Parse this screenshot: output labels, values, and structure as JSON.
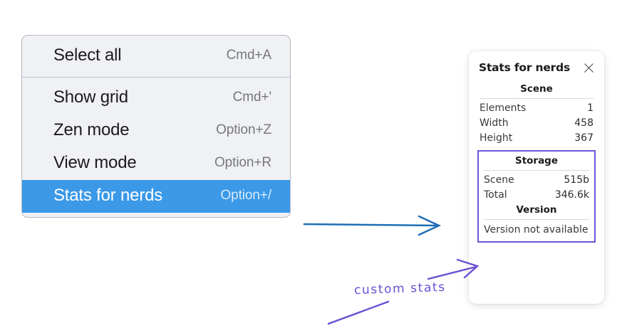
{
  "menu": {
    "name": "canvas-context-menu",
    "groups": [
      {
        "items": [
          {
            "label": "Select all",
            "accel": "Cmd+A",
            "selected": false
          }
        ]
      },
      {
        "items": [
          {
            "label": "Show grid",
            "accel": "Cmd+'",
            "selected": false
          },
          {
            "label": "Zen mode",
            "accel": "Option+Z",
            "selected": false
          },
          {
            "label": "View mode",
            "accel": "Option+R",
            "selected": false
          },
          {
            "label": "Stats for nerds",
            "accel": "Option+/",
            "selected": true
          }
        ]
      }
    ],
    "selected_color": "#3b99e8"
  },
  "stats_panel": {
    "title": "Stats for nerds",
    "close_icon": "close-icon",
    "sections": [
      {
        "heading": "Scene",
        "rows": [
          {
            "label": "Elements",
            "value": "1"
          },
          {
            "label": "Width",
            "value": "458"
          },
          {
            "label": "Height",
            "value": "367"
          }
        ]
      },
      {
        "heading": "Storage",
        "highlighted": true,
        "rows": [
          {
            "label": "Scene",
            "value": "515b"
          },
          {
            "label": "Total",
            "value": "346.6k"
          }
        ]
      },
      {
        "heading": "Version",
        "highlighted": true,
        "full_row": "Version not available"
      }
    ],
    "highlight_color": "#6f52d9"
  },
  "annotations": {
    "blue_arrow": {
      "name": "blue-arrow",
      "color": "#1f6fb5"
    },
    "purple_note": {
      "text": "custom stats",
      "color": "#6b4fd4"
    }
  }
}
